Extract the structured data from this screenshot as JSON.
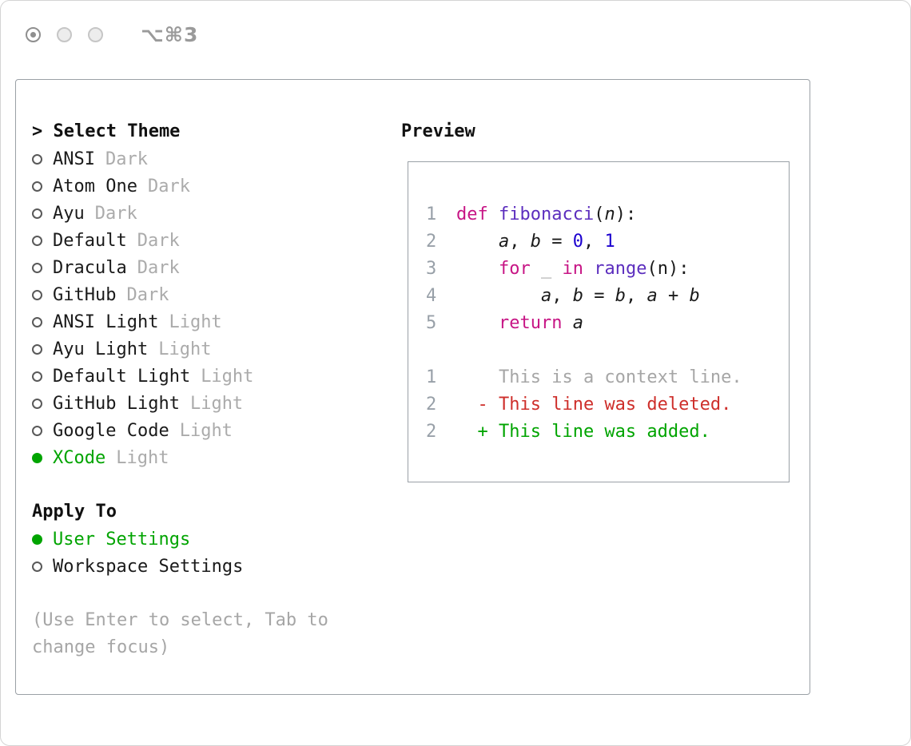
{
  "titlebar": {
    "shortcut": "⌥⌘3"
  },
  "theme_picker": {
    "title": "> Select Theme",
    "themes": [
      {
        "name": "ANSI",
        "tag": "Dark",
        "selected": false
      },
      {
        "name": "Atom One",
        "tag": "Dark",
        "selected": false
      },
      {
        "name": "Ayu",
        "tag": "Dark",
        "selected": false
      },
      {
        "name": "Default",
        "tag": "Dark",
        "selected": false
      },
      {
        "name": "Dracula",
        "tag": "Dark",
        "selected": false
      },
      {
        "name": "GitHub",
        "tag": "Dark",
        "selected": false
      },
      {
        "name": "ANSI Light",
        "tag": "Light",
        "selected": false
      },
      {
        "name": "Ayu Light",
        "tag": "Light",
        "selected": false
      },
      {
        "name": "Default Light",
        "tag": "Light",
        "selected": false
      },
      {
        "name": "GitHub Light",
        "tag": "Light",
        "selected": false
      },
      {
        "name": "Google Code",
        "tag": "Light",
        "selected": false
      },
      {
        "name": "XCode",
        "tag": "Light",
        "selected": true
      }
    ],
    "apply_to": {
      "title": "Apply To",
      "options": [
        {
          "label": "User Settings",
          "selected": true
        },
        {
          "label": "Workspace Settings",
          "selected": false
        }
      ]
    },
    "hint": "(Use Enter to select, Tab to change focus)"
  },
  "preview": {
    "title": "Preview",
    "code_lines": [
      {
        "num": "1",
        "tokens": [
          {
            "text": "def",
            "type": "keyword"
          },
          {
            "text": " ",
            "type": "plain"
          },
          {
            "text": "fibonacci",
            "type": "function"
          },
          {
            "text": "(",
            "type": "plain"
          },
          {
            "text": "n",
            "type": "variable"
          },
          {
            "text": "):",
            "type": "plain"
          }
        ]
      },
      {
        "num": "2",
        "tokens": [
          {
            "text": "    ",
            "type": "plain"
          },
          {
            "text": "a",
            "type": "variable"
          },
          {
            "text": ", ",
            "type": "plain"
          },
          {
            "text": "b",
            "type": "variable"
          },
          {
            "text": " = ",
            "type": "plain"
          },
          {
            "text": "0",
            "type": "number"
          },
          {
            "text": ", ",
            "type": "plain"
          },
          {
            "text": "1",
            "type": "number"
          }
        ]
      },
      {
        "num": "3",
        "tokens": [
          {
            "text": "    ",
            "type": "plain"
          },
          {
            "text": "for",
            "type": "keyword"
          },
          {
            "text": " ",
            "type": "plain"
          },
          {
            "text": "_",
            "type": "muted"
          },
          {
            "text": " ",
            "type": "plain"
          },
          {
            "text": "in",
            "type": "keyword"
          },
          {
            "text": " ",
            "type": "plain"
          },
          {
            "text": "range",
            "type": "function"
          },
          {
            "text": "(n):",
            "type": "plain"
          }
        ]
      },
      {
        "num": "4",
        "tokens": [
          {
            "text": "        ",
            "type": "plain"
          },
          {
            "text": "a",
            "type": "variable"
          },
          {
            "text": ", ",
            "type": "plain"
          },
          {
            "text": "b",
            "type": "variable"
          },
          {
            "text": " = ",
            "type": "plain"
          },
          {
            "text": "b",
            "type": "variable"
          },
          {
            "text": ", ",
            "type": "plain"
          },
          {
            "text": "a",
            "type": "variable"
          },
          {
            "text": " + ",
            "type": "plain"
          },
          {
            "text": "b",
            "type": "variable"
          }
        ]
      },
      {
        "num": "5",
        "tokens": [
          {
            "text": "    ",
            "type": "plain"
          },
          {
            "text": "return",
            "type": "keyword"
          },
          {
            "text": " ",
            "type": "plain"
          },
          {
            "text": "a",
            "type": "variable"
          }
        ]
      }
    ],
    "diff_lines": [
      {
        "num": "1",
        "text": "    This is a context line.",
        "type": "context"
      },
      {
        "num": "2",
        "text": "  - This line was deleted.",
        "type": "deleted"
      },
      {
        "num": "2",
        "text": "  + This line was added.",
        "type": "added"
      }
    ]
  },
  "colors": {
    "accent_green": "#00a400",
    "keyword": "#c71585",
    "function": "#5c2ebe",
    "number": "#1c00cf",
    "variable": "#1a1a1a",
    "plain": "#1a1a1a",
    "muted": "#9a9a9a",
    "line_number": "#98a0a8",
    "context": "#a6a6a6",
    "deleted": "#ce2f2b",
    "added": "#00a400"
  }
}
